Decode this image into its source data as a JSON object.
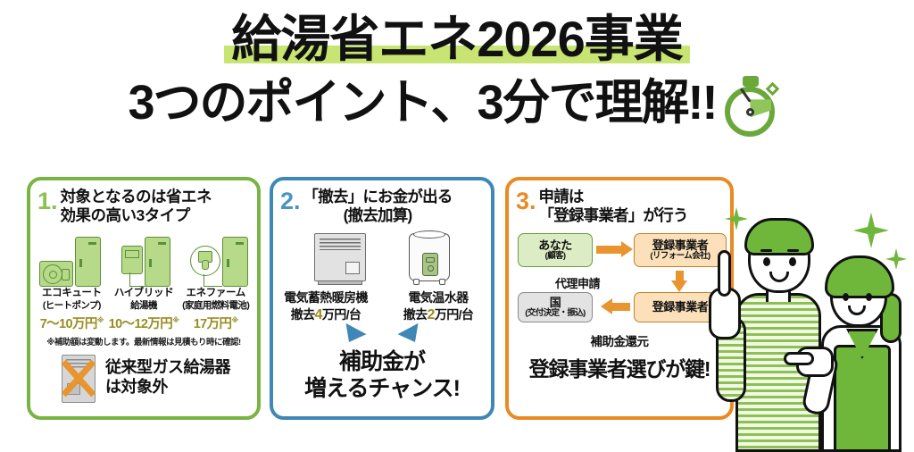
{
  "headline": {
    "line1": "給湯省エネ2026事業",
    "line2": "3つのポイント、3分で理解!!",
    "highlight_color": "#c8e472",
    "stopwatch_icon": "stopwatch-icon"
  },
  "panels": [
    {
      "number": "1.",
      "title_line1": "対象となるのは省エネ",
      "title_line2": "効果の高い3タイプ",
      "border_color": "#79b343",
      "devices": [
        {
          "icon": "heat-pump-icon",
          "label": "エコキュート",
          "sub": "(ヒートポンプ)",
          "price": "7～10万円",
          "price_mark": "※"
        },
        {
          "icon": "hybrid-water-heater-icon",
          "label": "ハイブリッド",
          "sub": "給湯機",
          "price": "10～12万円",
          "price_mark": "※"
        },
        {
          "icon": "fuel-cell-icon",
          "label": "エネファーム",
          "sub": "(家庭用燃料電池)",
          "price": "17万円",
          "price_mark": "※"
        }
      ],
      "note": "※補助額は変動します。最新情報は見積もり時に確認!",
      "exclusion": {
        "icon": "gas-water-heater-crossed-icon",
        "text_line1": "従来型ガス給湯器",
        "text_line2": "は対象外"
      }
    },
    {
      "number": "2.",
      "title_line1": "「撤去」にお金が出る",
      "title_line2": "(撤去加算)",
      "border_color": "#3f87b7",
      "items": [
        {
          "icon": "electric-storage-heater-icon",
          "label": "電気蓄熱暖房機",
          "amount_prefix": "撤去",
          "amount": "4",
          "amount_suffix": "万円/台"
        },
        {
          "icon": "electric-water-heater-icon",
          "label": "電気温水器",
          "amount_prefix": "撤去",
          "amount": "2",
          "amount_suffix": "万円/台"
        }
      ],
      "conclusion_line1": "補助金が",
      "conclusion_line2": "増えるチャンス!"
    },
    {
      "number": "3.",
      "title_line1": "申請は",
      "title_line2": "「登録事業者」が行う",
      "border_color": "#e98a22",
      "flow": {
        "you": {
          "main": "あなた",
          "sub": "(顧客)"
        },
        "company_top": {
          "main": "登録事業者",
          "sub": "(リフォーム会社)"
        },
        "company_bottom": {
          "main": "登録事業者",
          "sub": ""
        },
        "government": {
          "main": "国",
          "sub": "(交付決定・振込)"
        },
        "middle_label": "代理申請"
      },
      "refund_label": "補助金還元",
      "conclusion": "登録事業者選びが鍵!"
    }
  ],
  "illustration": {
    "people": "two-people-pointing-illustration",
    "sparkles": "sparkle-icon"
  }
}
